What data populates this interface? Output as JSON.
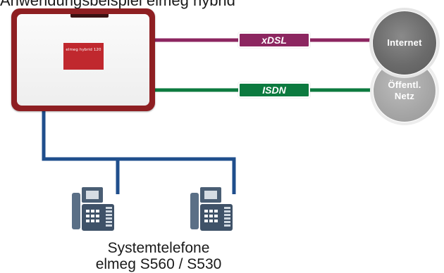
{
  "header": {
    "caption": "Anwendungsbeispiel elmeg hybrid"
  },
  "router": {
    "label": "elmeg hybrid 120",
    "body_color": "#8e1f22",
    "label_color": "#c0282e"
  },
  "connections": {
    "xdsl": {
      "label": "xDSL",
      "color": "#8c2660"
    },
    "isdn": {
      "label": "ISDN",
      "color": "#0c7a3f"
    },
    "phones_line_color": "#1f4e8c"
  },
  "networks": {
    "internet": {
      "label": "Internet"
    },
    "public": {
      "label_line1": "Öffentl.",
      "label_line2": "Netz"
    }
  },
  "phones": {
    "icon": "desk-telephone-icon",
    "caption_line1": "Systemtelefone",
    "caption_line2": "elmeg S560 / S530"
  }
}
